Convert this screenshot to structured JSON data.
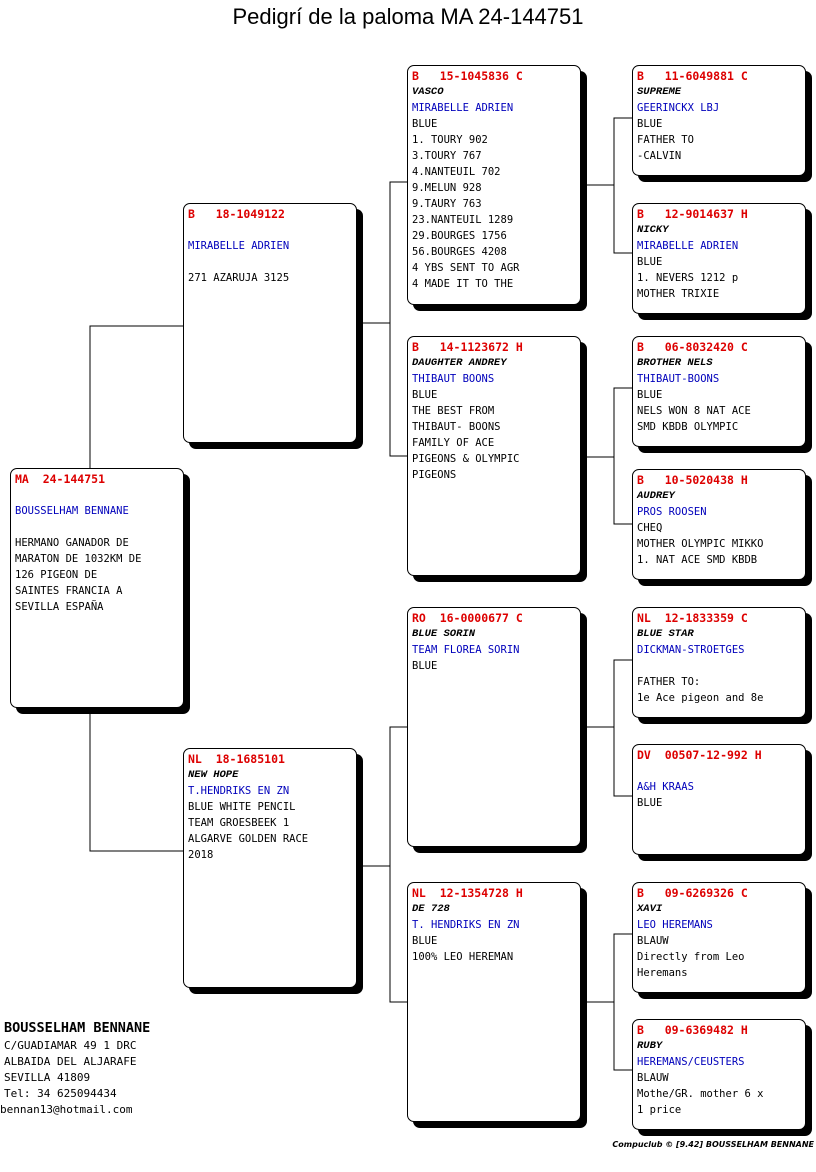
{
  "title": "Pedigrí de la paloma MA  24-144751",
  "subject": {
    "ring": "MA  24-144751",
    "name": "",
    "breeder": "BOUSSELHAM BENNANE",
    "notes": [
      "HERMANO GANADOR DE",
      "MARATON DE 1032KM DE",
      "126 PIGEON DE",
      "SAINTES FRANCIA A",
      "SEVILLA ESPAÑA"
    ]
  },
  "sire": {
    "ring": "B   18-1049122",
    "name": "",
    "breeder": "MIRABELLE ADRIEN",
    "notes": [
      "271 AZARUJA 3125"
    ]
  },
  "dam": {
    "ring": "NL  18-1685101",
    "name": "NEW HOPE",
    "breeder": "T.HENDRIKS EN ZN",
    "notes": [
      "BLUE WHITE PENCIL",
      "TEAM GROESBEEK 1",
      "ALGARVE GOLDEN RACE",
      "2018"
    ]
  },
  "ss": {
    "ring": "B   15-1045836 C",
    "name": "VASCO",
    "breeder": "MIRABELLE ADRIEN",
    "notes": [
      "BLUE",
      "1. TOURY 902",
      "3.TOURY 767",
      "4.NANTEUIL 702",
      "9.MELUN 928",
      "9.TAURY 763",
      "23.NANTEUIL 1289",
      "29.BOURGES 1756",
      "56.BOURGES 4208",
      "4 YBS SENT TO AGR",
      "4 MADE IT TO THE"
    ]
  },
  "sd": {
    "ring": "B   14-1123672 H",
    "name": "DAUGHTER ANDREY",
    "breeder": "THIBAUT BOONS",
    "notes": [
      "BLUE",
      "THE BEST FROM",
      "THIBAUT- BOONS",
      "FAMILY OF ACE",
      "PIGEONS & OLYMPIC",
      "PIGEONS"
    ]
  },
  "ds": {
    "ring": "RO  16-0000677 C",
    "name": "BLUE SORIN",
    "breeder": "TEAM FLOREA SORIN",
    "notes": [
      "BLUE"
    ]
  },
  "dd": {
    "ring": "NL  12-1354728 H",
    "name": "DE 728",
    "breeder": "T. HENDRIKS EN ZN",
    "notes": [
      "BLUE",
      "100% LEO HEREMAN"
    ]
  },
  "sss": {
    "ring": "B   11-6049881 C",
    "name": "SUPREME",
    "breeder": "GEERINCKX LBJ",
    "notes": [
      "BLUE",
      "FATHER TO",
      "-CALVIN"
    ]
  },
  "ssd": {
    "ring": "B   12-9014637 H",
    "name": "NICKY",
    "breeder": "MIRABELLE ADRIEN",
    "notes": [
      "BLUE",
      "1. NEVERS 1212 p",
      "MOTHER TRIXIE"
    ]
  },
  "sds": {
    "ring": "B   06-8032420 C",
    "name": "BROTHER NELS",
    "breeder": "THIBAUT-BOONS",
    "notes": [
      "BLUE",
      "NELS WON 8 NAT ACE",
      "SMD KBDB OLYMPIC"
    ]
  },
  "sdd": {
    "ring": "B   10-5020438 H",
    "name": "AUDREY",
    "breeder": "PROS ROOSEN",
    "notes": [
      "CHEQ",
      "MOTHER OLYMPIC MIKKO",
      "1. NAT ACE SMD KBDB"
    ]
  },
  "dss": {
    "ring": "NL  12-1833359 C",
    "name": "BLUE STAR",
    "breeder": "DICKMAN-STROETGES",
    "notes": [
      "",
      "FATHER TO:",
      "1e Ace pigeon and 8e"
    ]
  },
  "dsd": {
    "ring": "DV  00507-12-992 H",
    "name": "",
    "breeder": "A&H KRAAS",
    "notes": [
      "BLUE"
    ]
  },
  "dds": {
    "ring": "B   09-6269326 C",
    "name": "XAVI",
    "breeder": "LEO HEREMANS",
    "notes": [
      "BLAUW",
      "Directly from Leo",
      "Heremans"
    ]
  },
  "ddd": {
    "ring": "B   09-6369482 H",
    "name": "RUBY",
    "breeder": "HEREMANS/CEUSTERS",
    "notes": [
      "BLAUW",
      "Mothe/GR. mother 6 x",
      "1 price"
    ]
  },
  "owner": {
    "name": "BOUSSELHAM BENNANE",
    "lines": [
      "C/GUADIAMAR 49 1 DRC",
      "ALBAIDA DEL ALJARAFE",
      "SEVILLA 41809",
      "Tel: 34 625094434",
      "bennan13@hotmail.com"
    ]
  },
  "footer": "Compuclub © [9.42]  BOUSSELHAM BENNANE"
}
